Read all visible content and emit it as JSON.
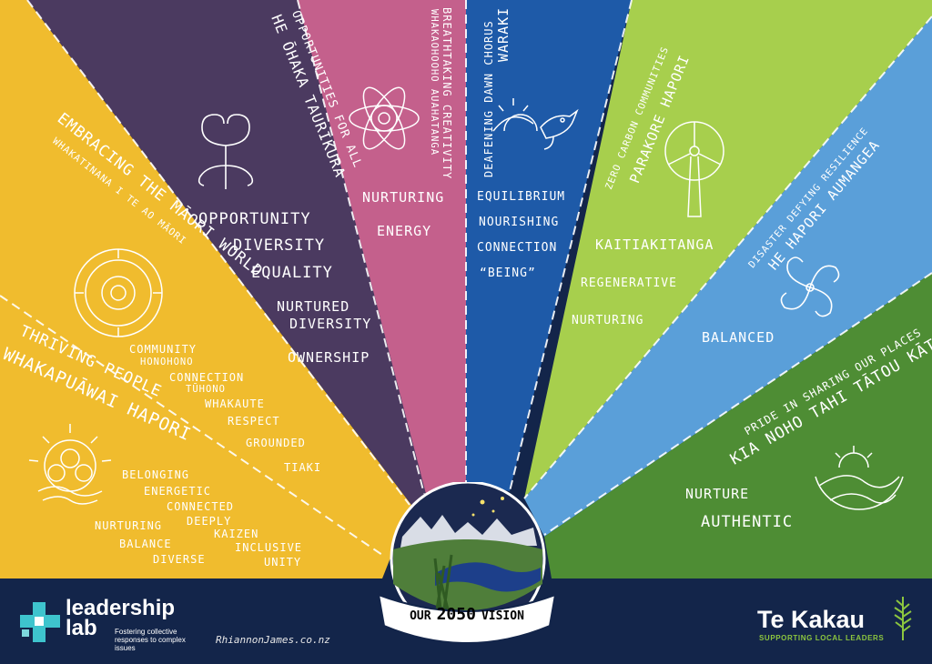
{
  "colors": {
    "red": "#d8334a",
    "yellow": "#f0bc2e",
    "purple": "#4b3a60",
    "pink": "#c4608c",
    "blue": "#1e5aa8",
    "lightgreen": "#a7cf4d",
    "skyblue": "#5a9fd9",
    "green": "#4e8d34",
    "navy": "#13254a",
    "accent_green": "#8cc63f"
  },
  "sections": {
    "thriving": {
      "title_en": "THRIVING PEOPLE",
      "title_mi": "WHAKAPUĀWAI HAPORI",
      "words": [
        "BELONGING",
        "ENERGETIC",
        "CONNECTED",
        "DEEPLY",
        "NURTURING",
        "KAIZEN",
        "BALANCE",
        "INCLUSIVE",
        "DIVERSE",
        "UNITY"
      ]
    },
    "maori": {
      "title_en": "EMBRACING THE MĀORI WORLD",
      "title_mi": "WHAKATINANA I TE AO MĀORI",
      "words": [
        "COMMUNITY",
        "HONOHONO",
        "CONNECTION",
        "TŪHONO",
        "WHAKAUTE",
        "RESPECT",
        "GROUNDED",
        "TIAKI"
      ]
    },
    "opportunities": {
      "title_en": "OPPORTUNITIES FOR ALL",
      "title_mi": "HE ŌHAKA TAURIKURA",
      "words": [
        "OPPORTUNITY",
        "DIVERSITY",
        "EQUALITY",
        "NURTURED",
        "DIVERSITY",
        "OWNERSHIP"
      ]
    },
    "creativity": {
      "title_en": "BREATHTAKING CREATIVITY",
      "title_mi": "WHAKAOHOOHO AUAHATANGA",
      "words": [
        "NURTURING",
        "ENERGY"
      ]
    },
    "dawn": {
      "title_en": "DEAFENING DAWN CHORUS",
      "title_mi": "WARAKI",
      "words": [
        "EQUILIBRIUM",
        "NOURISHING",
        "CONNECTION",
        "“BEING”"
      ]
    },
    "carbon": {
      "title_en": "ZERO CARBON COMMUNITIES",
      "title_mi": "PARAKORE HAPORI",
      "words": [
        "KAITIAKITANGA",
        "REGENERATIVE",
        "NURTURING"
      ]
    },
    "disaster": {
      "title_en": "DISASTER DEFYING RESILIENCE",
      "title_mi": "HE HAPORI AUMANGEA",
      "words": [
        "BALANCED"
      ]
    },
    "pride": {
      "title_en": "PRIDE IN SHARING OUR PLACES",
      "title_mi": "KIA NOHO TAHI TĀTOU KĀTOA",
      "words": [
        "NURTURE",
        "AUTHENTIC"
      ]
    }
  },
  "center": {
    "our": "OUR",
    "year": "2050",
    "vision": "VISION"
  },
  "footer": {
    "leadership_line1": "leadership",
    "leadership_line2": "lab",
    "leadership_tagline": "Fostering collective responses to complex issues",
    "credit": "RhiannonJames.co.nz",
    "tekakau_title": "Te Kakau",
    "tekakau_tagline": "SUPPORTING LOCAL LEADERS"
  },
  "icons": [
    "sun-circles-icon",
    "koru-ring-icon",
    "koru-fern-icon",
    "atom-koru-icon",
    "bird-sun-icon",
    "wind-turbine-icon",
    "spiral-koru-icon",
    "hills-sun-icon"
  ]
}
